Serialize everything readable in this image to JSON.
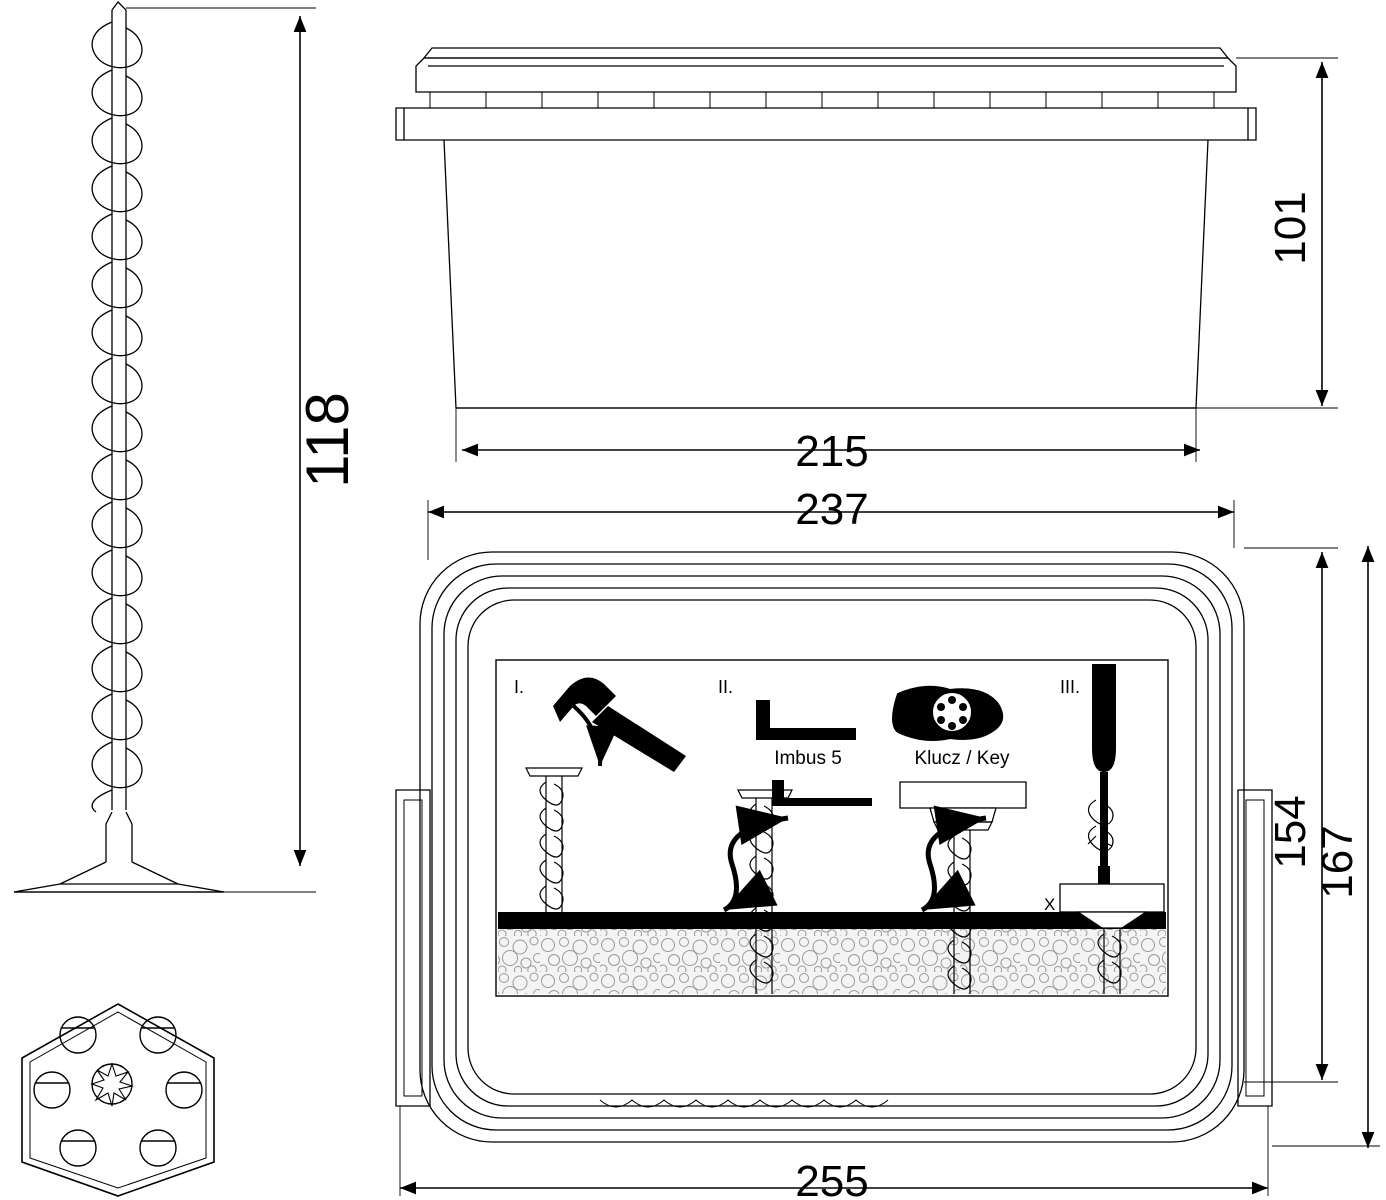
{
  "drawing": {
    "title": "Technical dimension drawing - insulation fixing screw and packaging box",
    "dimensions": {
      "screw_length": "118",
      "box_side_height": "101",
      "box_side_width": "215",
      "box_top_width": "237",
      "box_top_height": "154",
      "box_outer_height": "167",
      "box_outer_width": "255"
    }
  },
  "label_panel": {
    "steps": [
      {
        "id": "I.",
        "caption": ""
      },
      {
        "id": "II.",
        "caption_left": "Imbus 5",
        "caption_right": "Klucz / Key"
      },
      {
        "id": "III.",
        "caption": ""
      }
    ],
    "step_marks": {
      "step1": "I.",
      "step2": "II.",
      "step3": "III.",
      "x_mark": "X"
    },
    "tool_labels": {
      "hex_key": "Imbus 5",
      "wrench": "Klucz / Key"
    }
  },
  "icons": {
    "hammer": "hammer-icon",
    "hex_key": "hex-key-icon",
    "wrench": "wrench-icon",
    "screwdriver": "screwdriver-icon",
    "screw": "screw-icon",
    "arrow": "arrow-icon"
  }
}
